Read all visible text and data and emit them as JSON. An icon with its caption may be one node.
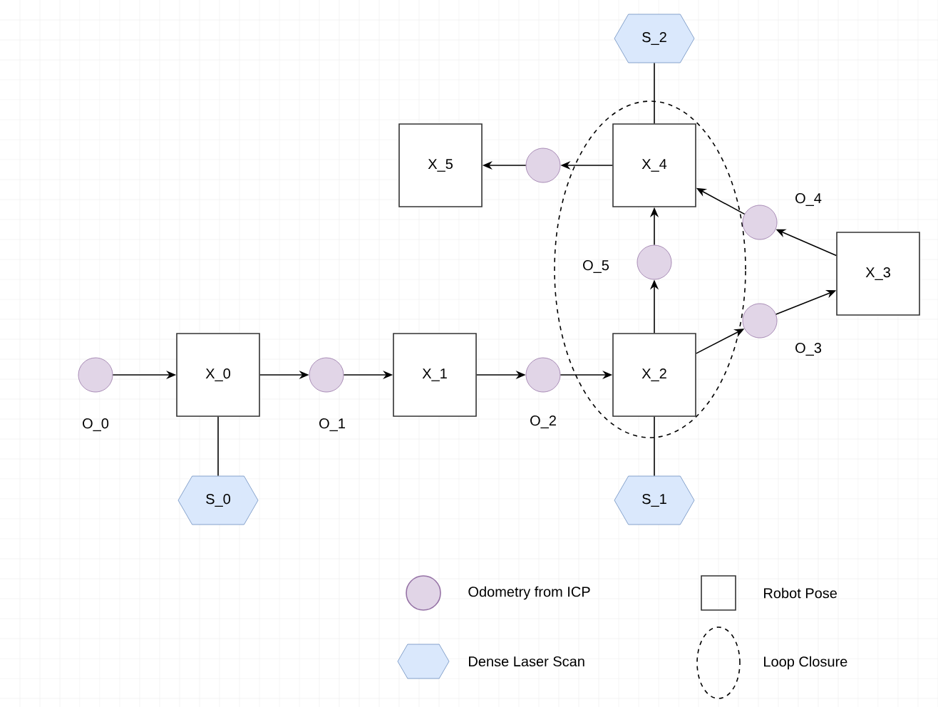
{
  "diagram": {
    "nodes": [
      {
        "text": [
          "S_2"
        ]
      },
      {
        "text": [
          "X_5"
        ]
      },
      {
        "text": [],
        "shape": "circle"
      },
      {
        "text": [
          "X_4"
        ]
      },
      {
        "text": [],
        "shape": "circle",
        "beside": [
          "O_4"
        ]
      },
      {
        "text": [],
        "shape": "circle",
        "beside": [
          "O_5"
        ]
      },
      {
        "text": [
          "X_3"
        ]
      },
      {
        "text": [],
        "shape": "circle",
        "beside": [
          "O_3"
        ]
      },
      {
        "text": [],
        "shape": "circle",
        "beside": [
          "O_0"
        ]
      },
      {
        "text": [
          "X_0"
        ]
      },
      {
        "text": [],
        "shape": "circle",
        "beside": [
          "O_1"
        ]
      },
      {
        "text": [
          "X_1"
        ]
      },
      {
        "text": [],
        "shape": "circle",
        "beside": [
          "O_2"
        ]
      },
      {
        "text": [
          "X_2"
        ]
      },
      {
        "text": [
          "S_0"
        ]
      },
      {
        "text": [
          "S_1"
        ]
      }
    ],
    "edges": [
      {
        "from": 8,
        "to": 9,
        "arrow": "to"
      },
      {
        "from": 9,
        "to": 10,
        "arrow": "to"
      },
      {
        "from": 10,
        "to": 11,
        "arrow": "to"
      },
      {
        "from": 11,
        "to": 12,
        "arrow": "to"
      },
      {
        "from": 12,
        "to": 13,
        "arrow": "to"
      },
      {
        "from": 13,
        "to": 5,
        "arrow": "to"
      },
      {
        "from": 5,
        "to": 3,
        "arrow": "to"
      },
      {
        "from": 13,
        "to": 7,
        "arrow": "to"
      },
      {
        "from": 7,
        "to": 6,
        "arrow": "to"
      },
      {
        "from": 6,
        "to": 4,
        "arrow": "to"
      },
      {
        "from": 4,
        "to": 3,
        "arrow": "to"
      },
      {
        "from": 3,
        "to": 2,
        "arrow": "to"
      },
      {
        "from": 2,
        "to": 1,
        "arrow": "to"
      },
      {
        "from": 9,
        "to": 14,
        "arrow": "none"
      },
      {
        "from": 13,
        "to": 15,
        "arrow": "none"
      },
      {
        "from": 3,
        "to": 0,
        "arrow": "none"
      }
    ],
    "legend": [
      {
        "text": "Odometry from ICP"
      },
      {
        "text": "Robot Pose"
      },
      {
        "text": "Dense Laser Scan"
      },
      {
        "text": "Loop Closure"
      }
    ]
  }
}
